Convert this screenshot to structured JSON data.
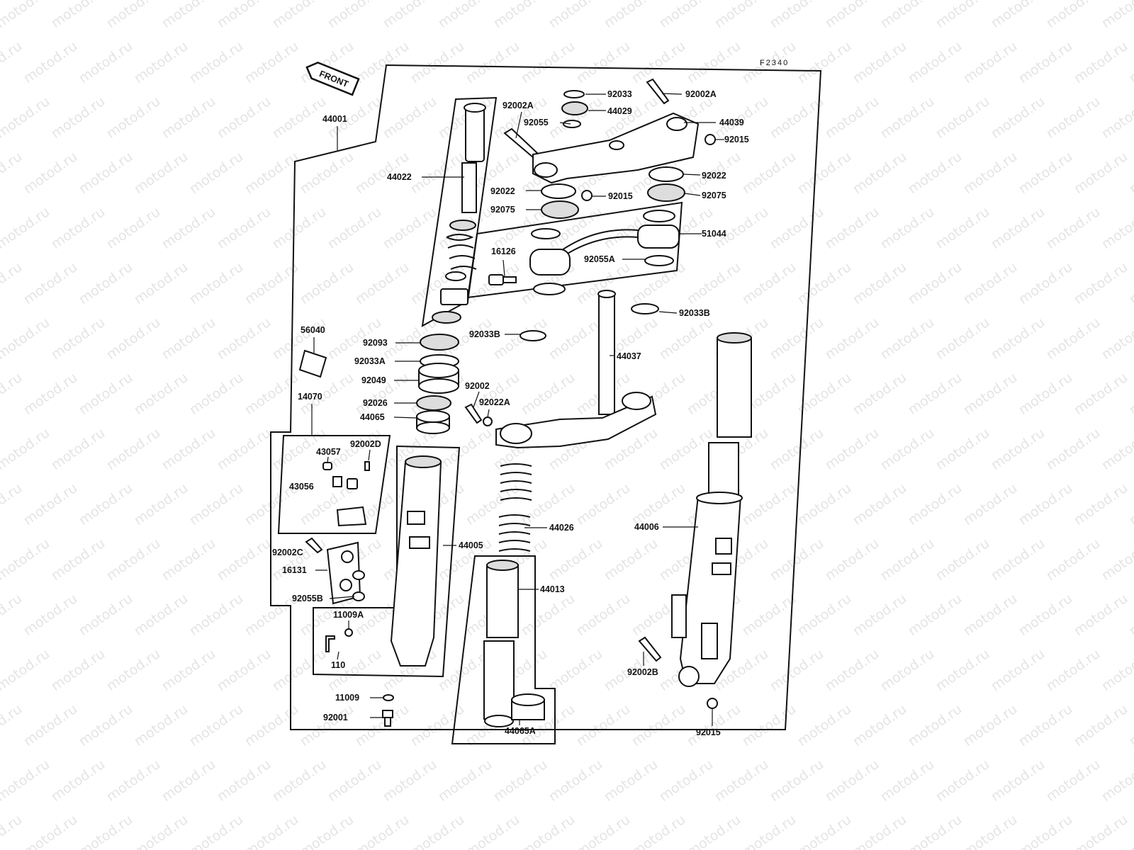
{
  "reference_code": "F2340",
  "front_label": "FRONT",
  "watermark": "motod.ru",
  "labels": {
    "l44001": "44001",
    "l44022": "44022",
    "l92002A_a": "92002A",
    "l92055": "92055",
    "l92033": "92033",
    "l44029": "44029",
    "l92002A_b": "92002A",
    "l44039": "44039",
    "l92015_a": "92015",
    "l92022_a": "92022",
    "l92022_b": "92022",
    "l92015_b": "92015",
    "l92075_a": "92075",
    "l92075_b": "92075",
    "l51044": "51044",
    "l16126": "16126",
    "l92055A": "92055A",
    "l92033B_a": "92033B",
    "l92033B_b": "92033B",
    "l56040": "56040",
    "l92093": "92093",
    "l92033A": "92033A",
    "l44037": "44037",
    "l92049": "92049",
    "l92002": "92002",
    "l92022A": "92022A",
    "l92026": "92026",
    "l44065": "44065",
    "l14070": "14070",
    "l92002D": "92002D",
    "l43057": "43057",
    "l43056": "43056",
    "l44005": "44005",
    "l44026": "44026",
    "l44006": "44006",
    "l92002C": "92002C",
    "l16131": "16131",
    "l92055B": "92055B",
    "l44013": "44013",
    "l11009A": "11009A",
    "l110": "110",
    "l92002B": "92002B",
    "l11009": "11009",
    "l92001": "92001",
    "l44065A": "44065A",
    "l92015_c": "92015"
  }
}
